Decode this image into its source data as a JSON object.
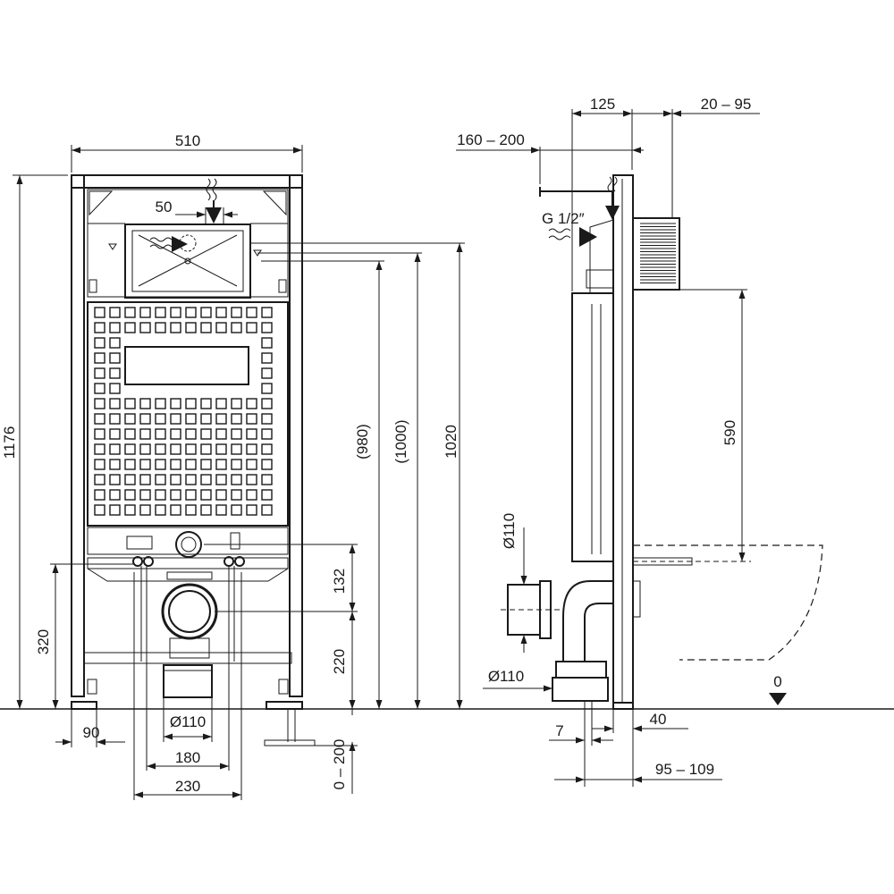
{
  "front_view": {
    "width_total": "510",
    "height_total": "1176",
    "flush_offset": "50",
    "height_980": "(980)",
    "height_1000": "(1000)",
    "height_1020": "1020",
    "height_132": "132",
    "height_220": "220",
    "height_320": "320",
    "foot_adjust": "0 – 200",
    "foot_width": "90",
    "pipe_diameter": "Ø110",
    "bolt_spacing": "180",
    "frame_width": "230"
  },
  "side_view": {
    "depth_125": "125",
    "depth_20_95": "20 – 95",
    "depth_160_200": "160 – 200",
    "inlet_thread": "G 1/2″",
    "height_590": "590",
    "pipe_top": "Ø110",
    "pipe_bottom": "Ø110",
    "floor_zero": "0",
    "offset_7": "7",
    "offset_40": "40",
    "depth_95_109": "95 – 109"
  }
}
